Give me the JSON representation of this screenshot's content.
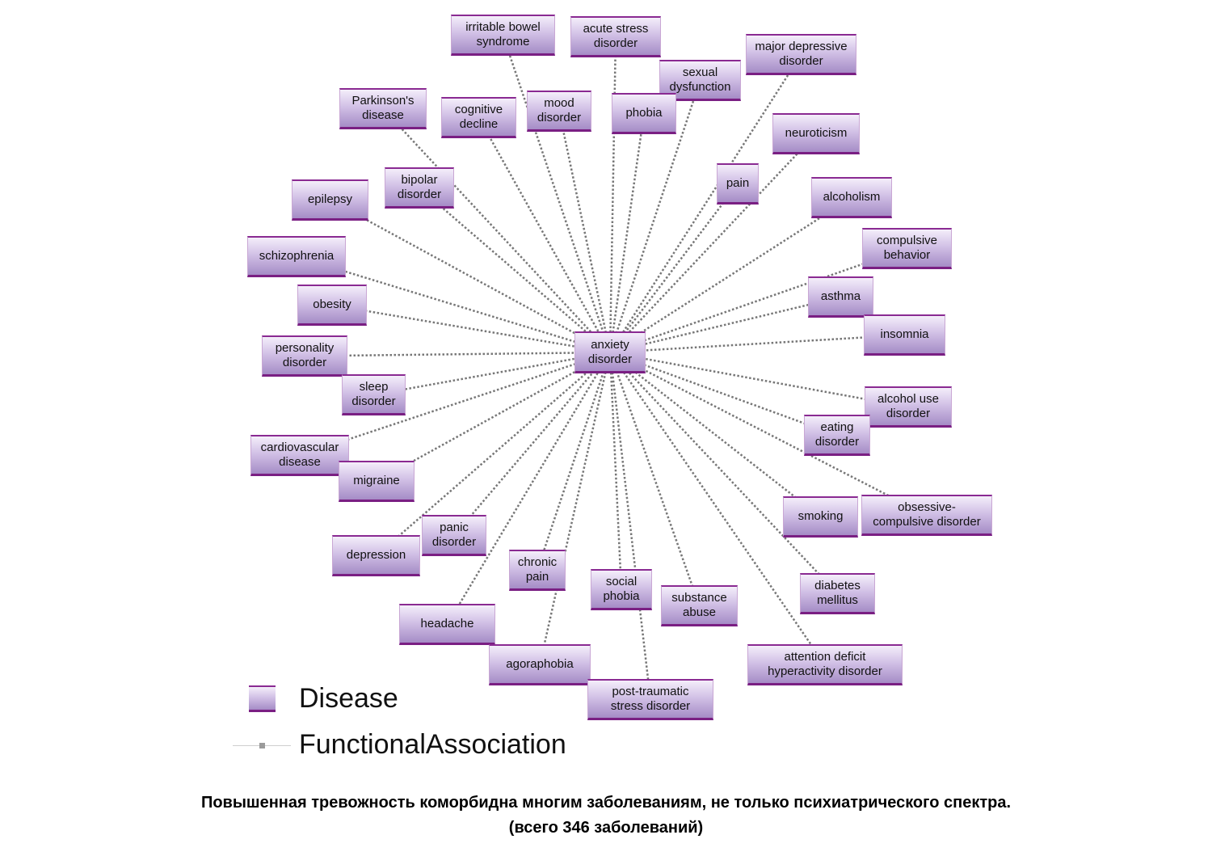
{
  "center": {
    "id": "anxiety",
    "label": "anxiety\ndisorder"
  },
  "nodes": [
    {
      "id": "ibs",
      "label": "irritable bowel\nsyndrome"
    },
    {
      "id": "acute",
      "label": "acute stress\ndisorder"
    },
    {
      "id": "mdd",
      "label": "major depressive\ndisorder"
    },
    {
      "id": "sexual",
      "label": "sexual\ndysfunction"
    },
    {
      "id": "parkinson",
      "label": "Parkinson's\ndisease"
    },
    {
      "id": "cognitive",
      "label": "cognitive\ndecline"
    },
    {
      "id": "mood",
      "label": "mood\ndisorder"
    },
    {
      "id": "phobia",
      "label": "phobia"
    },
    {
      "id": "neuroticism",
      "label": "neuroticism"
    },
    {
      "id": "pain",
      "label": "pain"
    },
    {
      "id": "bipolar",
      "label": "bipolar\ndisorder"
    },
    {
      "id": "epilepsy",
      "label": "epilepsy"
    },
    {
      "id": "alcoholism",
      "label": "alcoholism"
    },
    {
      "id": "compulsive",
      "label": "compulsive\nbehavior"
    },
    {
      "id": "schizophrenia",
      "label": "schizophrenia"
    },
    {
      "id": "asthma",
      "label": "asthma"
    },
    {
      "id": "obesity",
      "label": "obesity"
    },
    {
      "id": "insomnia",
      "label": "insomnia"
    },
    {
      "id": "personality",
      "label": "personality\ndisorder"
    },
    {
      "id": "sleep",
      "label": "sleep\ndisorder"
    },
    {
      "id": "alcoholuse",
      "label": "alcohol use\ndisorder"
    },
    {
      "id": "eating",
      "label": "eating\ndisorder"
    },
    {
      "id": "cardio",
      "label": "cardiovascular\ndisease"
    },
    {
      "id": "migraine",
      "label": "migraine"
    },
    {
      "id": "smoking",
      "label": "smoking"
    },
    {
      "id": "ocd",
      "label": "obsessive-\ncompulsive disorder"
    },
    {
      "id": "panic",
      "label": "panic\ndisorder"
    },
    {
      "id": "depression",
      "label": "depression"
    },
    {
      "id": "chronic",
      "label": "chronic\npain"
    },
    {
      "id": "social",
      "label": "social\nphobia"
    },
    {
      "id": "substance",
      "label": "substance\nabuse"
    },
    {
      "id": "diabetes",
      "label": "diabetes\nmellitus"
    },
    {
      "id": "headache",
      "label": "headache"
    },
    {
      "id": "agoraphobia",
      "label": "agoraphobia"
    },
    {
      "id": "adhd",
      "label": "attention deficit\nhyperactivity disorder"
    },
    {
      "id": "ptsd",
      "label": "post-traumatic\nstress disorder"
    }
  ],
  "legend": {
    "node_label": "Disease",
    "edge_label": "FunctionalAssociation"
  },
  "caption": {
    "line1": "Повышенная тревожность коморбидна многим заболеваниям, не только психиатрического спектра.",
    "line2": "(всего 346 заболеваний)"
  },
  "colors": {
    "edge": "#777777",
    "border": "#8a2a92"
  }
}
